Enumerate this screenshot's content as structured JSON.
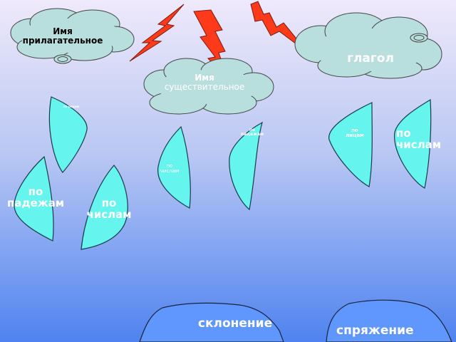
{
  "clouds": {
    "adjective": "Имя прилагательное",
    "verb": "глагол",
    "noun_line1": "Имя",
    "noun_line2": "существительное"
  },
  "drops": {
    "adj_gender": "по родам",
    "noun_cases": "по падежам",
    "noun_numbers": "по числам",
    "verb_persons": "по лицам",
    "verb_numbers": "по числам",
    "adj_cases": "по падежам",
    "adj_numbers": "по числам"
  },
  "hills": {
    "declension": "склонение",
    "conjugation": "спряжение"
  },
  "colors": {
    "sky_top": "#efe9fb",
    "sky_bottom": "#4f83f0",
    "cloud": "#b9dede",
    "drop": "#66f4ee",
    "bolt": "#ff3a1a",
    "hill": "#5f97ff"
  }
}
